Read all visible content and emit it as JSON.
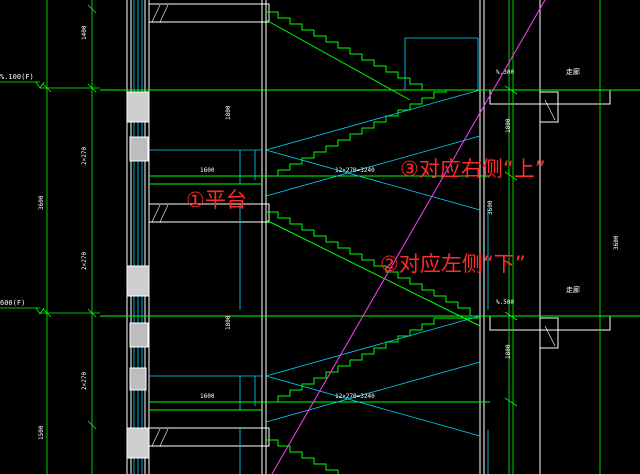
{
  "callouts": {
    "platform": "①平台",
    "left_down": "②对应左侧“下”",
    "right_up": "③对应右侧“上”"
  },
  "side_labels": {
    "left_top": "%.100(F)",
    "left_bottom": "600(F)"
  },
  "room_labels": {
    "corridor_upper": "走廊",
    "corridor_lower": "走廊"
  },
  "colors": {
    "background": "#000000",
    "wall_fill": "#ffffff",
    "floor_line": "#00ff00",
    "stair_line": "#00ff00",
    "cyan_line": "#00d8ff",
    "magenta_line": "#ff40ff",
    "callout": "#ff2b2b"
  }
}
